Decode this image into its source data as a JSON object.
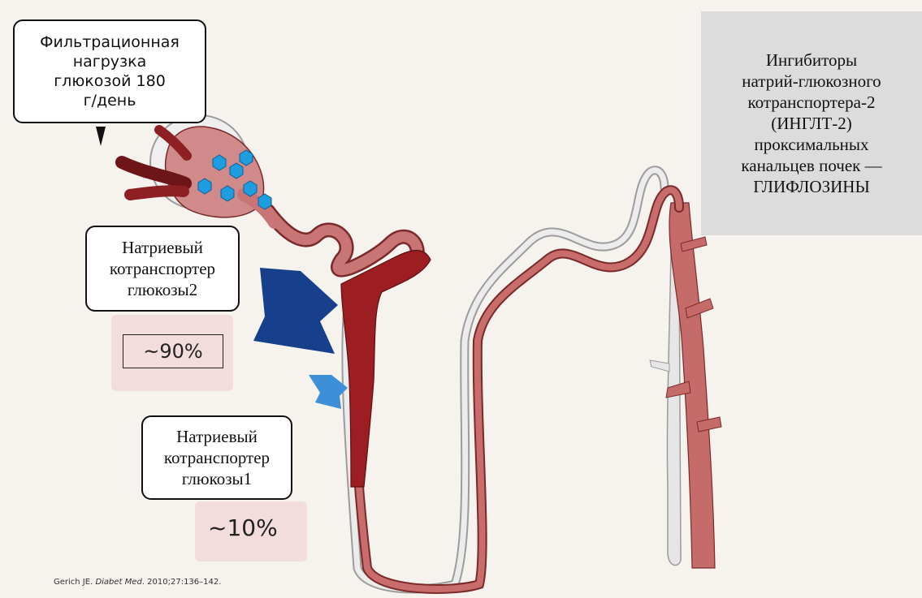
{
  "diagram": {
    "filtration_callout": "Фильтрационная\nнагрузка\nглюкозой 180\nг/день",
    "sglt2_callout": "Натриевый\nкотранспортер\nглюкозы2",
    "sglt2_percent": "~90%",
    "sglt1_callout": "Натриевый\nкотранспортер\nглюкозы1",
    "sglt1_percent": "~10%",
    "info_panel": "Ингибиторы\nнатрий-глюкозного\nкотранспортера-2\n(ИНГЛТ-2)\nпроксимальных\nканальцев почек —\nГЛИФЛОЗИНЫ",
    "citation": {
      "author": "Gerich JE.",
      "journal": "Diabet Med",
      "details": ". 2010;27:136–142."
    }
  },
  "colors": {
    "background": "#f6f3ee",
    "tubule": "#c9706f",
    "tubule_dark": "#8e1f22",
    "vessel_white": "#e7e7e7",
    "glucose": "#1e9ee0",
    "big_arrow": "#163f8c",
    "small_arrow": "#3d8fd8",
    "panel": "#dcdcdc"
  },
  "icons": [
    "glucose-molecule-icon",
    "blue-arrow-icon",
    "pointer-triangle-icon"
  ]
}
